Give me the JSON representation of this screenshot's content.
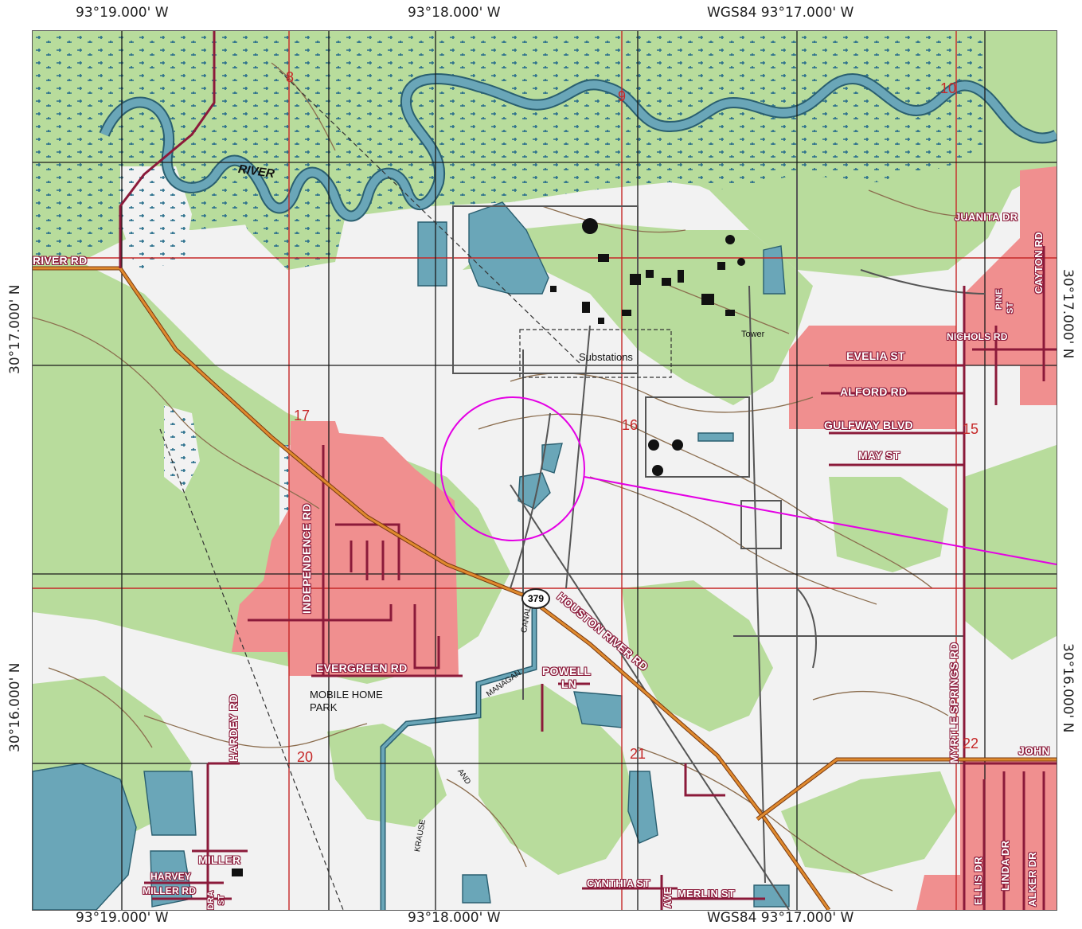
{
  "coords": {
    "top": [
      "93°19.000' W",
      "93°18.000' W",
      "WGS84 93°17.000' W"
    ],
    "bottom": [
      "93°19.000' W",
      "93°18.000' W",
      "WGS84 93°17.000' W"
    ],
    "left": [
      "30°17.000' N",
      "30°16.000' N"
    ],
    "right": [
      "30°17.000' N",
      "30°16.000' N"
    ]
  },
  "streets": {
    "river_rd": "RIVER RD",
    "juanita_dr": "JUANITA DR",
    "cayton_rd": "CAYTON RD",
    "pine_st_1": "PINE",
    "pine_st_2": "ST",
    "nichols_rd": "NICHOLS RD",
    "evelia_st": "EVELIA ST",
    "alford_rd": "ALFORD RD",
    "gulfway_blvd": "GULFWAY BLVD",
    "may_st": "MAY ST",
    "independence_rd": "INDEPENDENCE RD",
    "evergreen_rd": "EVERGREEN RD",
    "houston_river_rd": "HOUSTON RIVER RD",
    "powell": "POWELL",
    "ln": "LN",
    "myrtle_springs_rd": "MYRTLE SPRINGS RD",
    "john": "JOHN",
    "hardey_rd": "HARDEY RD",
    "miller": "MILLER",
    "harvey": "HARVEY",
    "miller_rd": "MILLER RD",
    "dra": "DRA",
    "st_small": "ST",
    "cynthia_st": "CYNTHIA ST",
    "merlin_st": "MERLIN ST",
    "ave": "AVE",
    "ellis_dr": "ELLIS DR",
    "linda_dr": "LINDA DR",
    "walker_dr": "ALKER DR"
  },
  "sections": [
    "8",
    "9",
    "10",
    "17",
    "16",
    "15",
    "20",
    "21",
    "22"
  ],
  "labels": {
    "river": "RIVER",
    "substations": "Substations",
    "tower": "Tower",
    "mobile_home": "MOBILE HOME",
    "park": "PARK",
    "managan": "MANAGAN",
    "canal": "CANAL",
    "krause": "KRAUSE",
    "and": "AND",
    "route": "379"
  },
  "colors": {
    "vegetation": "#b8dc9c",
    "urban": "#f08f8f",
    "water": "#6aa6b8",
    "contour": "#8b6d4e",
    "road": "#e08a2e",
    "street_label": "#8b1a3a",
    "highlight": "#e400e4",
    "grid": "#1a1a1a",
    "section_line": "#c62828"
  },
  "marker": {
    "shape": "circle",
    "pointer": "line-to-right-edge"
  }
}
